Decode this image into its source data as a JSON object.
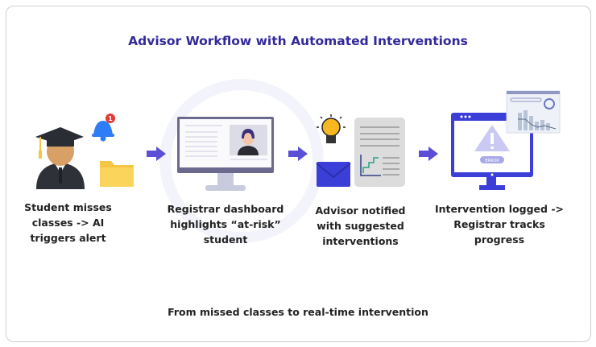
{
  "title": "Advisor Workflow with Automated Interventions",
  "steps": [
    {
      "label": "Student misses classes -> AI triggers alert",
      "icons": [
        "graduate-student-icon",
        "bell-notification-icon",
        "folder-icon"
      ],
      "badge": "1"
    },
    {
      "label": "Registrar dashboard highlights “at-risk” student",
      "icons": [
        "monitor-profile-icon"
      ]
    },
    {
      "label": "Advisor notified with suggested interventions",
      "icons": [
        "lightbulb-icon",
        "envelope-icon",
        "report-document-icon"
      ]
    },
    {
      "label": "Intervention logged -> Registrar tracks progress",
      "icons": [
        "monitor-error-icon",
        "analytics-panel-icon"
      ],
      "error_text": "ERROR"
    }
  ],
  "footer": "From missed classes to real-time intervention",
  "colors": {
    "title": "#33299a",
    "arrow": "#5a4fd6",
    "accent_blue": "#3b3fd8",
    "bell": "#2f7df6"
  }
}
